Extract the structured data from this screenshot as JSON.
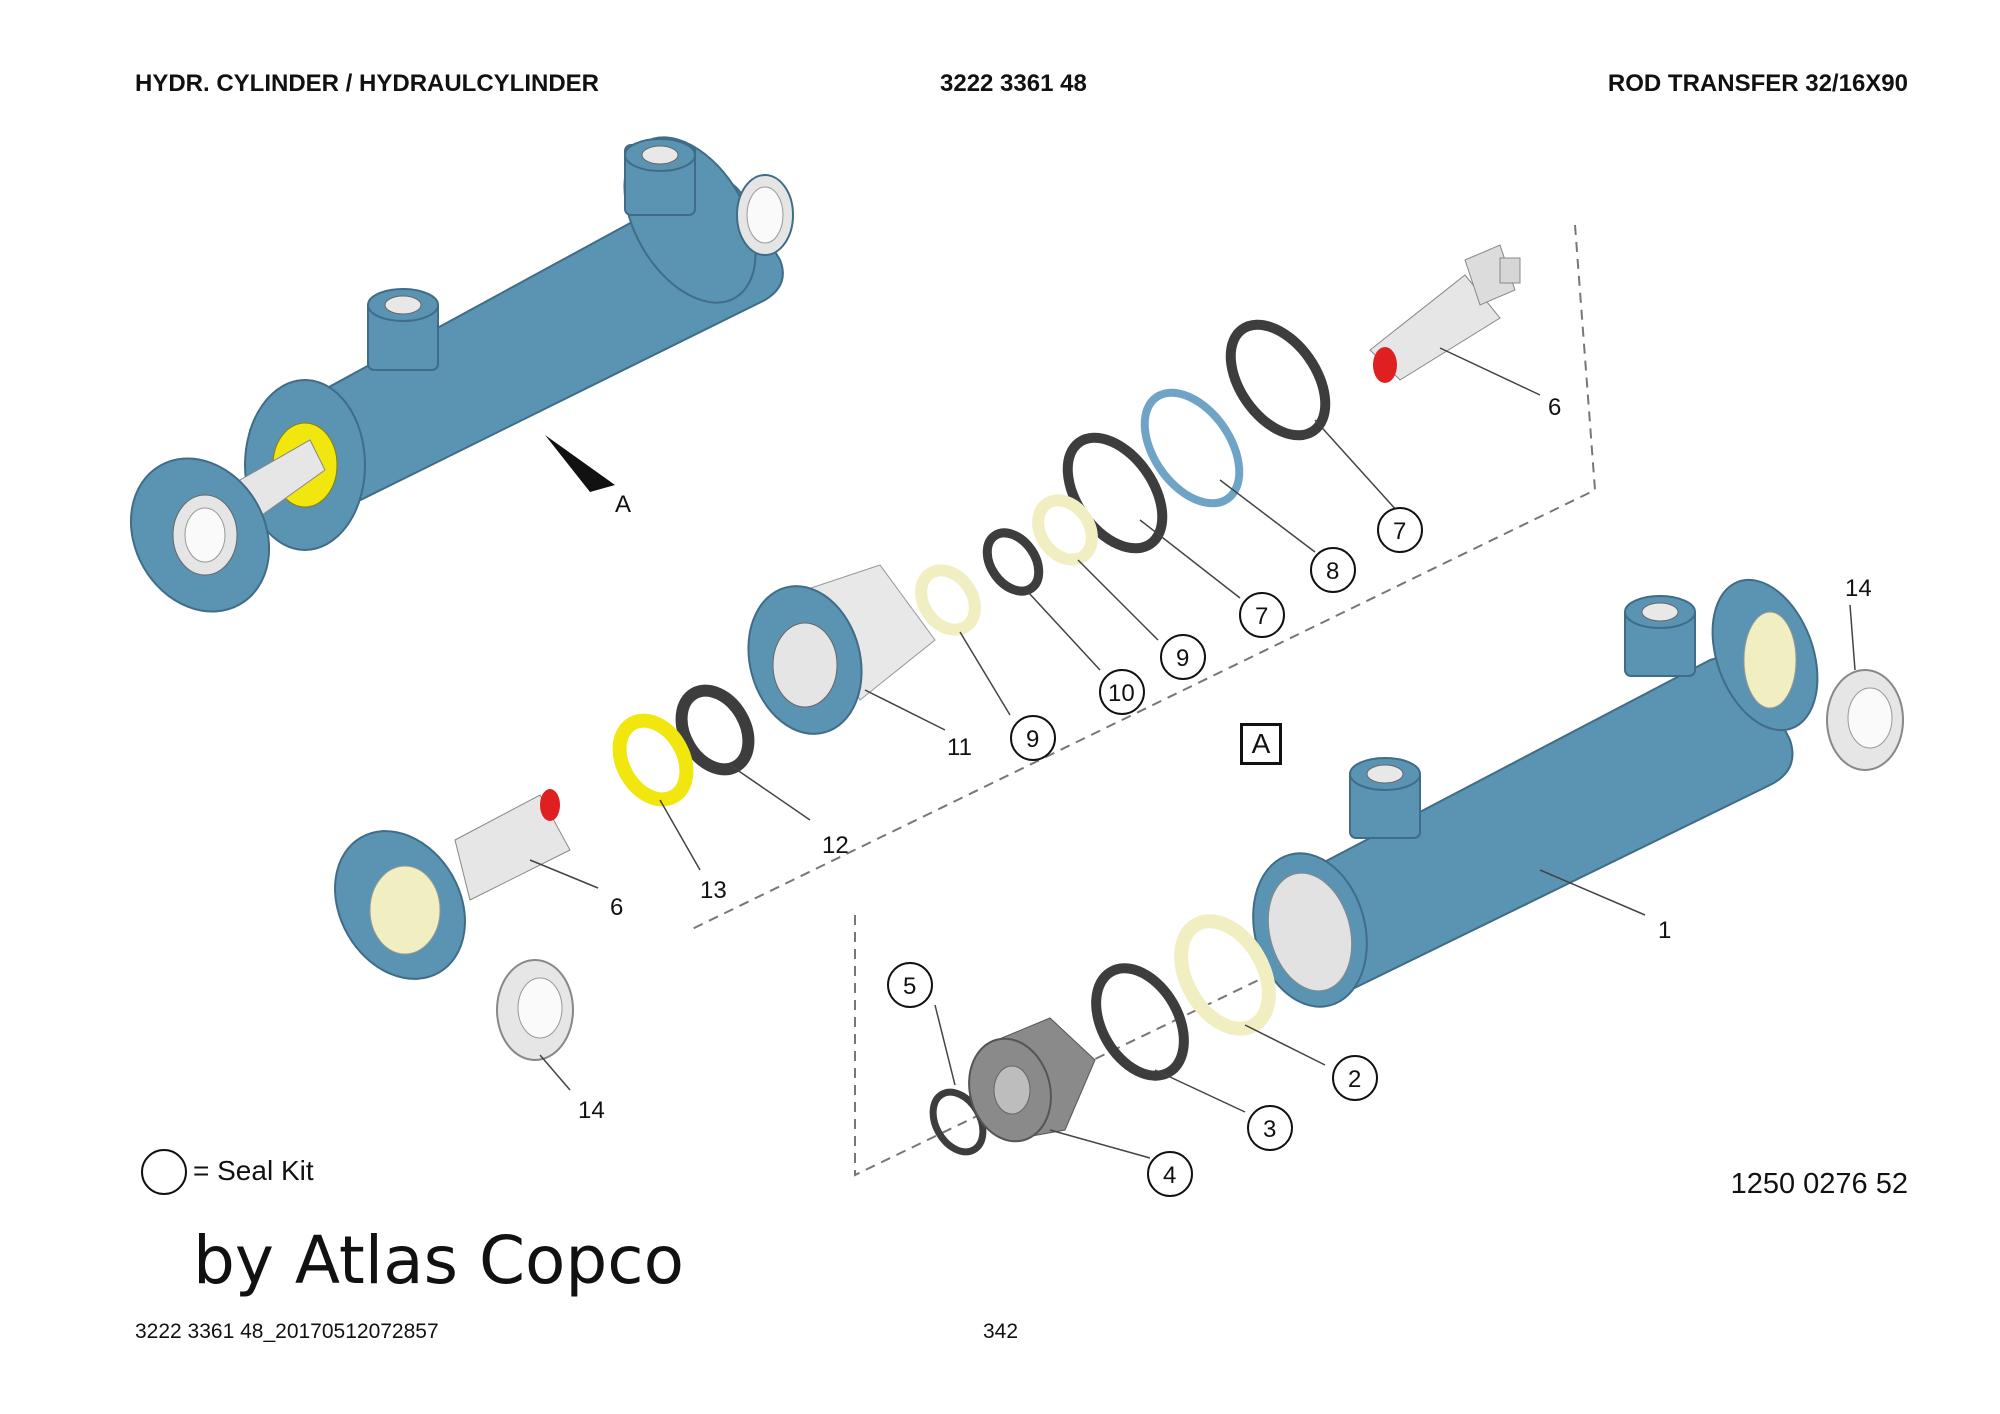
{
  "header": {
    "left": "HYDR. CYLINDER / HYDRAULCYLINDER",
    "center": "3222 3361 48",
    "right": "ROD TRANSFER 32/16X90"
  },
  "view_marker": "A",
  "view_box_label": "A",
  "callouts": {
    "c1": "1",
    "c2": "2",
    "c3": "3",
    "c4": "4",
    "c5": "5",
    "c6a": "6",
    "c6b": "6",
    "c7a": "7",
    "c7b": "7",
    "c8": "8",
    "c9a": "9",
    "c9b": "9",
    "c10": "10",
    "c11": "11",
    "c12": "12",
    "c13": "13",
    "c14a": "14",
    "c14b": "14"
  },
  "legend": {
    "text": "= Seal Kit"
  },
  "document_number": "1250 0276 52",
  "brand": "by Atlas Copco",
  "footer": {
    "file_id": "3222 3361 48_20170512072857",
    "page": "342"
  },
  "colors": {
    "cylinder_blue": "#5b93b3",
    "seal_yellow": "#f2e60f",
    "guide_ring_cream": "#f1efc2",
    "seal_dark": "#3d3d3d",
    "rod_end_red": "#e02020"
  }
}
